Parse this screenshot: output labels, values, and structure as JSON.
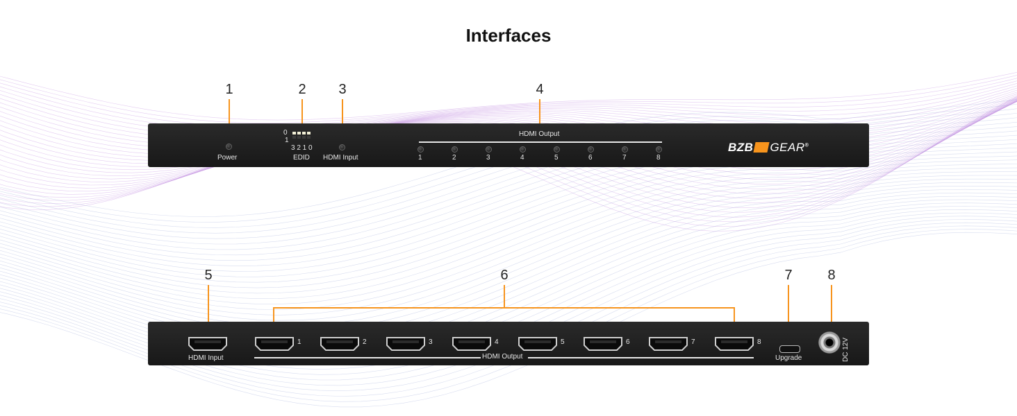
{
  "title": "Interfaces",
  "front_panel": {
    "power_label": "Power",
    "edid_label": "EDID",
    "edid_row0": "0",
    "edid_row1": "1",
    "edid_bits": "3 2 1 0",
    "hdmi_input_label": "HDMI Input",
    "hdmi_output_label": "HDMI Output",
    "output_leds": [
      "1",
      "2",
      "3",
      "4",
      "5",
      "6",
      "7",
      "8"
    ],
    "logo": {
      "part1": "BZB",
      "part2": "GEAR",
      "mark": "®"
    }
  },
  "rear_panel": {
    "hdmi_input_label": "HDMI Input",
    "hdmi_output_label": "HDMI Output",
    "output_ports": [
      "1",
      "2",
      "3",
      "4",
      "5",
      "6",
      "7",
      "8"
    ],
    "upgrade_label": "Upgrade",
    "dc_label": "DC 12V"
  },
  "callouts": [
    "1",
    "2",
    "3",
    "4",
    "5",
    "6",
    "7",
    "8"
  ],
  "colors": {
    "accent": "#f7941d",
    "panel": "#1e1e1e",
    "wave_purple": "#c08be0",
    "wave_blue": "#9aa8d8"
  }
}
